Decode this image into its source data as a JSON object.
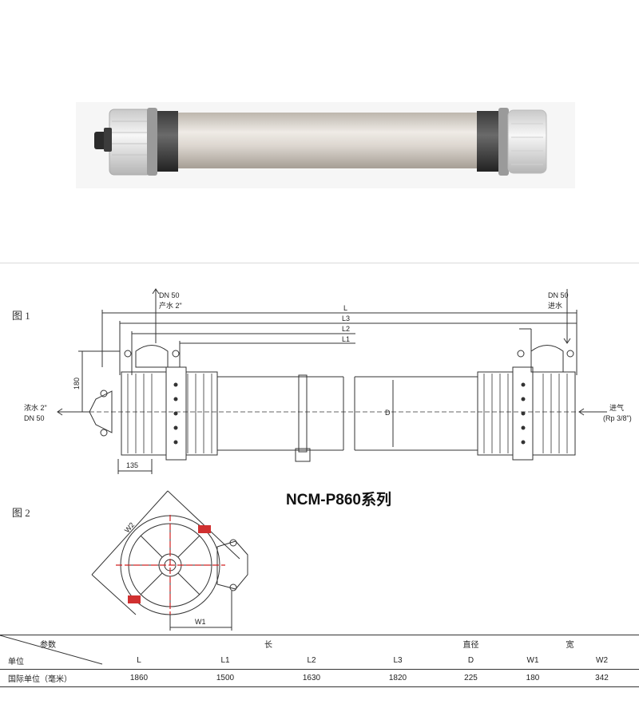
{
  "figure1": {
    "label": "图 1",
    "dims": {
      "L": "L",
      "L3": "L3",
      "L2": "L2",
      "L1": "L1",
      "D": "D",
      "h180": "180",
      "w135": "135"
    },
    "ports": {
      "product_size": "DN 50",
      "product_name": "产水 2\"",
      "inlet_size": "DN 50",
      "inlet_name": "进水",
      "concentrate_name": "浓水 2\"",
      "concentrate_size": "DN 50",
      "air_name": "进气",
      "air_size": "(Rp 3/8\")"
    }
  },
  "model_title": "NCM-P860系列",
  "figure2": {
    "label": "图 2",
    "dims": {
      "W1": "W1",
      "W2": "W2"
    }
  },
  "spec_table": {
    "param_label": "参数",
    "length_label": "长",
    "diameter_label": "直径",
    "width_label": "宽",
    "unit_label": "单位",
    "columns": [
      "L",
      "L1",
      "L2",
      "L3",
      "D",
      "W1",
      "W2"
    ],
    "row_label": "国际单位（毫米）",
    "values": [
      "1860",
      "1500",
      "1630",
      "1820",
      "225",
      "180",
      "342"
    ]
  }
}
